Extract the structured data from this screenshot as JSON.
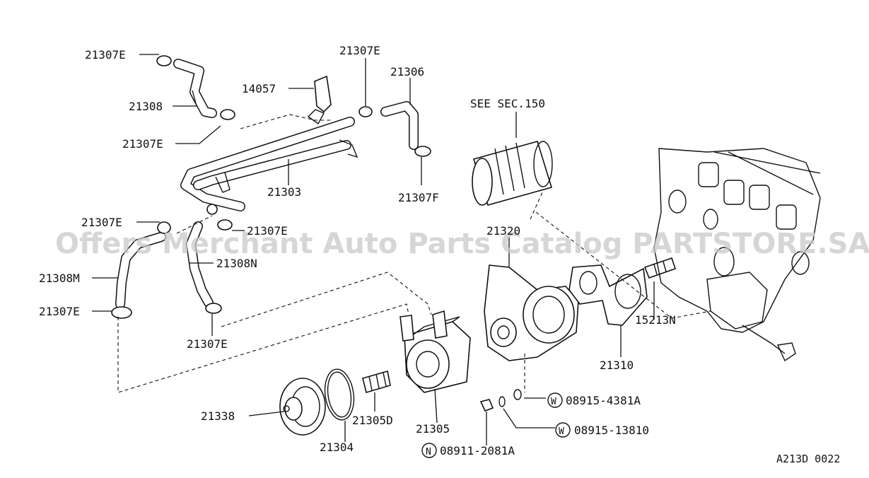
{
  "watermark": "Offers Merchant Auto Parts Catalog PARTSTORE.SA",
  "diagram_code": "A213D 0022",
  "labels": {
    "e_top_left": "21307E",
    "p21308": "21308",
    "e_mid_left": "21307E",
    "p14057": "14057",
    "e_top_center": "21307E",
    "p21306": "21306",
    "p21307f": "21307F",
    "p21303": "21303",
    "see_sec": "SEE SEC.150",
    "e_left_upper": "21307E",
    "e_left_center": "21307E",
    "p21308m": "21308M",
    "p21308n": "21308N",
    "e_left_lower": "21307E",
    "e_bottom_center": "21307E",
    "p21320": "21320",
    "p15213n": "15213N",
    "p21310": "21310",
    "p21338": "21338",
    "p21305d": "21305D",
    "p21305": "21305",
    "p21304": "21304",
    "washer1_badge": "W",
    "washer1_num": "08915-4381A",
    "washer2_badge": "W",
    "washer2_num": "08915-13810",
    "nut_badge": "N",
    "nut_num": "08911-2081A"
  }
}
